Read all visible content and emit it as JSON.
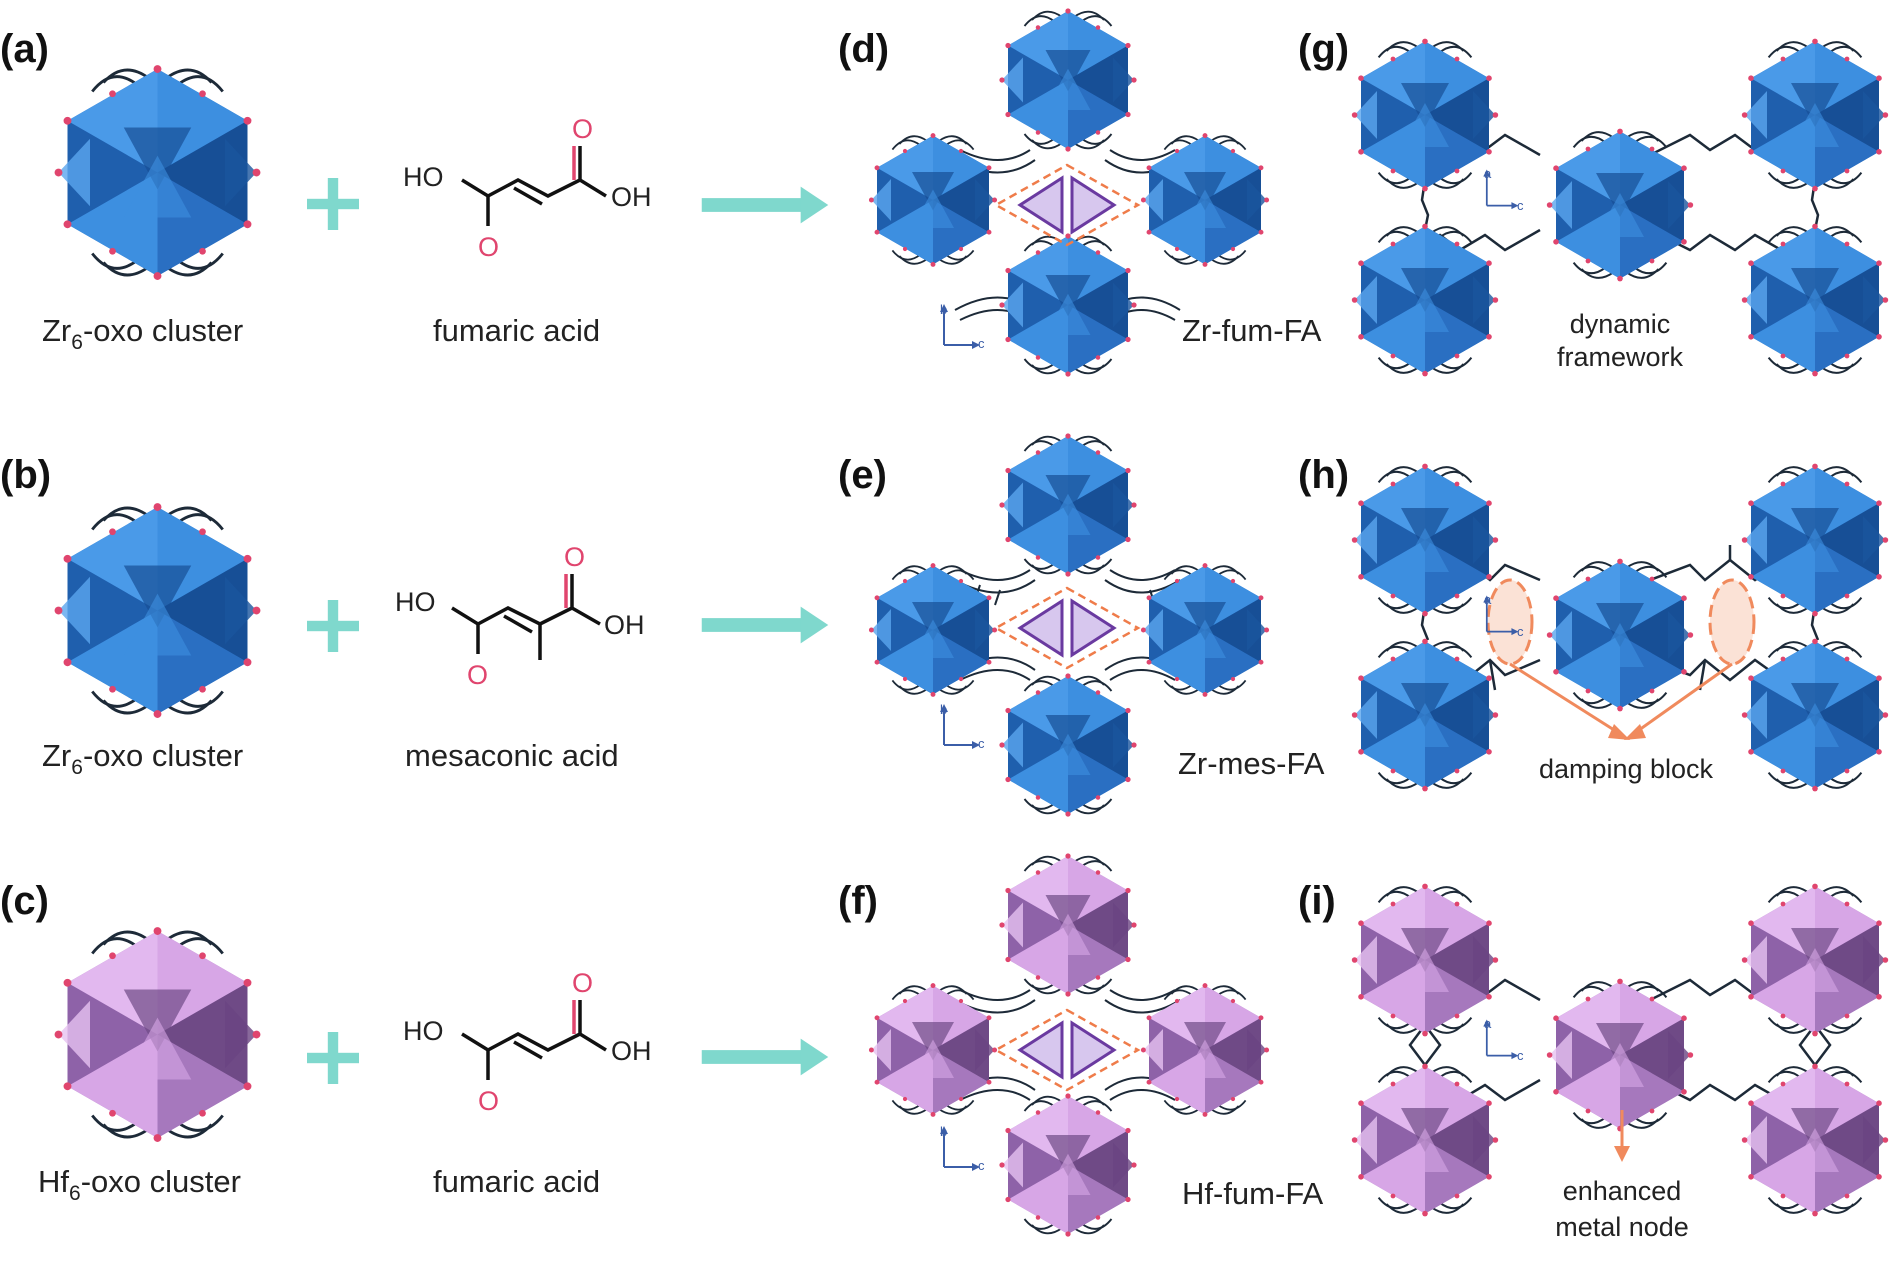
{
  "colors": {
    "zr_light": "#3d8fe0",
    "zr_dark": "#174f96",
    "zr_mid": "#2a6fc2",
    "hf_light": "#d7a6e6",
    "hf_dark": "#6f4a86",
    "hf_mid": "#a678bd",
    "plus_arrow": "#7fd8cd",
    "oxygen": "#e0456e",
    "linker": "#1d2a38",
    "pore_triangle": "#6a3aa0",
    "pore_fill": "#d7c7ee",
    "pore_dashed": "#ef7c4a",
    "highlight": "#f08a5d",
    "axis": "#3b5ea8"
  },
  "icons": [
    "plus-icon",
    "right-arrow-icon",
    "axis-icon",
    "cluster-icon"
  ],
  "panels": {
    "a": {
      "label": "(a)",
      "cluster_caption": {
        "main": "Zr",
        "sub": "6",
        "rest": "-oxo cluster"
      },
      "acid_caption": "fumaric acid"
    },
    "b": {
      "label": "(b)",
      "cluster_caption": {
        "main": "Zr",
        "sub": "6",
        "rest": "-oxo cluster"
      },
      "acid_caption": "mesaconic acid"
    },
    "c": {
      "label": "(c)",
      "cluster_caption": {
        "main": "Hf",
        "sub": "6",
        "rest": "-oxo cluster"
      },
      "acid_caption": "fumaric acid"
    },
    "d": {
      "label": "(d)",
      "name": "Zr-fum-FA"
    },
    "e": {
      "label": "(e)",
      "name": "Zr-mes-FA"
    },
    "f": {
      "label": "(f)",
      "name": "Hf-fum-FA"
    },
    "g": {
      "label": "(g)",
      "note_line1": "dynamic",
      "note_line2": "framework"
    },
    "h": {
      "label": "(h)",
      "note_line1": "damping block"
    },
    "i": {
      "label": "(i)",
      "note_line1": "enhanced",
      "note_line2": "metal node"
    }
  },
  "molecule": {
    "ho": "HO",
    "oh": "OH",
    "o": "O"
  },
  "axes": {
    "bc": {
      "up": "b",
      "right": "c"
    },
    "ac": {
      "up": "a",
      "right": "c"
    }
  }
}
